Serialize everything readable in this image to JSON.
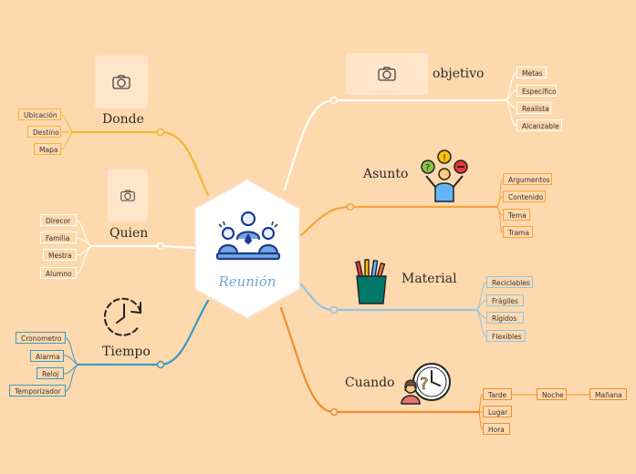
{
  "center": {
    "title": "Reunión",
    "icon": "meeting-people-icon"
  },
  "colors": {
    "background": "#FFD9AE",
    "yellow": "#F2B733",
    "white": "#FFFFFF",
    "orange": "#F5A53A",
    "blue": "#8EC5E6",
    "darkorange": "#EE8E2E",
    "teal": "#3A9BC2"
  },
  "branches": {
    "donde": {
      "label": "Donde",
      "leaves": [
        "Ubicación",
        "Destino",
        "Mapa"
      ],
      "icon": "camera-icon"
    },
    "quien": {
      "label": "Quien",
      "leaves": [
        "Direcor",
        "Familia",
        "Mestra",
        "Alumno"
      ],
      "icon": "camera-icon"
    },
    "tiempo": {
      "label": "Tiempo",
      "leaves": [
        "Cronometro",
        "Alarma",
        "Reloj",
        "Temporizador"
      ],
      "icon": "clock-refresh-icon"
    },
    "objetivo": {
      "label": "objetivo",
      "leaves": [
        "Metas",
        "Específico",
        "Realista",
        "Alcanzable"
      ],
      "icon": "camera-icon"
    },
    "asunto": {
      "label": "Asunto",
      "leaves": [
        "Argumentos",
        "Contenido",
        "Tema",
        "Trama"
      ],
      "icon": "person-questions-icon"
    },
    "material": {
      "label": "Material",
      "leaves": [
        "Reciclables",
        "Frágiles",
        "Rígidos",
        "Flexibles"
      ],
      "icon": "pencil-cup-icon"
    },
    "cuando": {
      "label": "Cuando",
      "leaves": [
        "Tarde",
        "Lugar",
        "Hora"
      ],
      "sub": [
        "Noche",
        "Mañana"
      ],
      "icon": "woman-clock-icon"
    }
  }
}
